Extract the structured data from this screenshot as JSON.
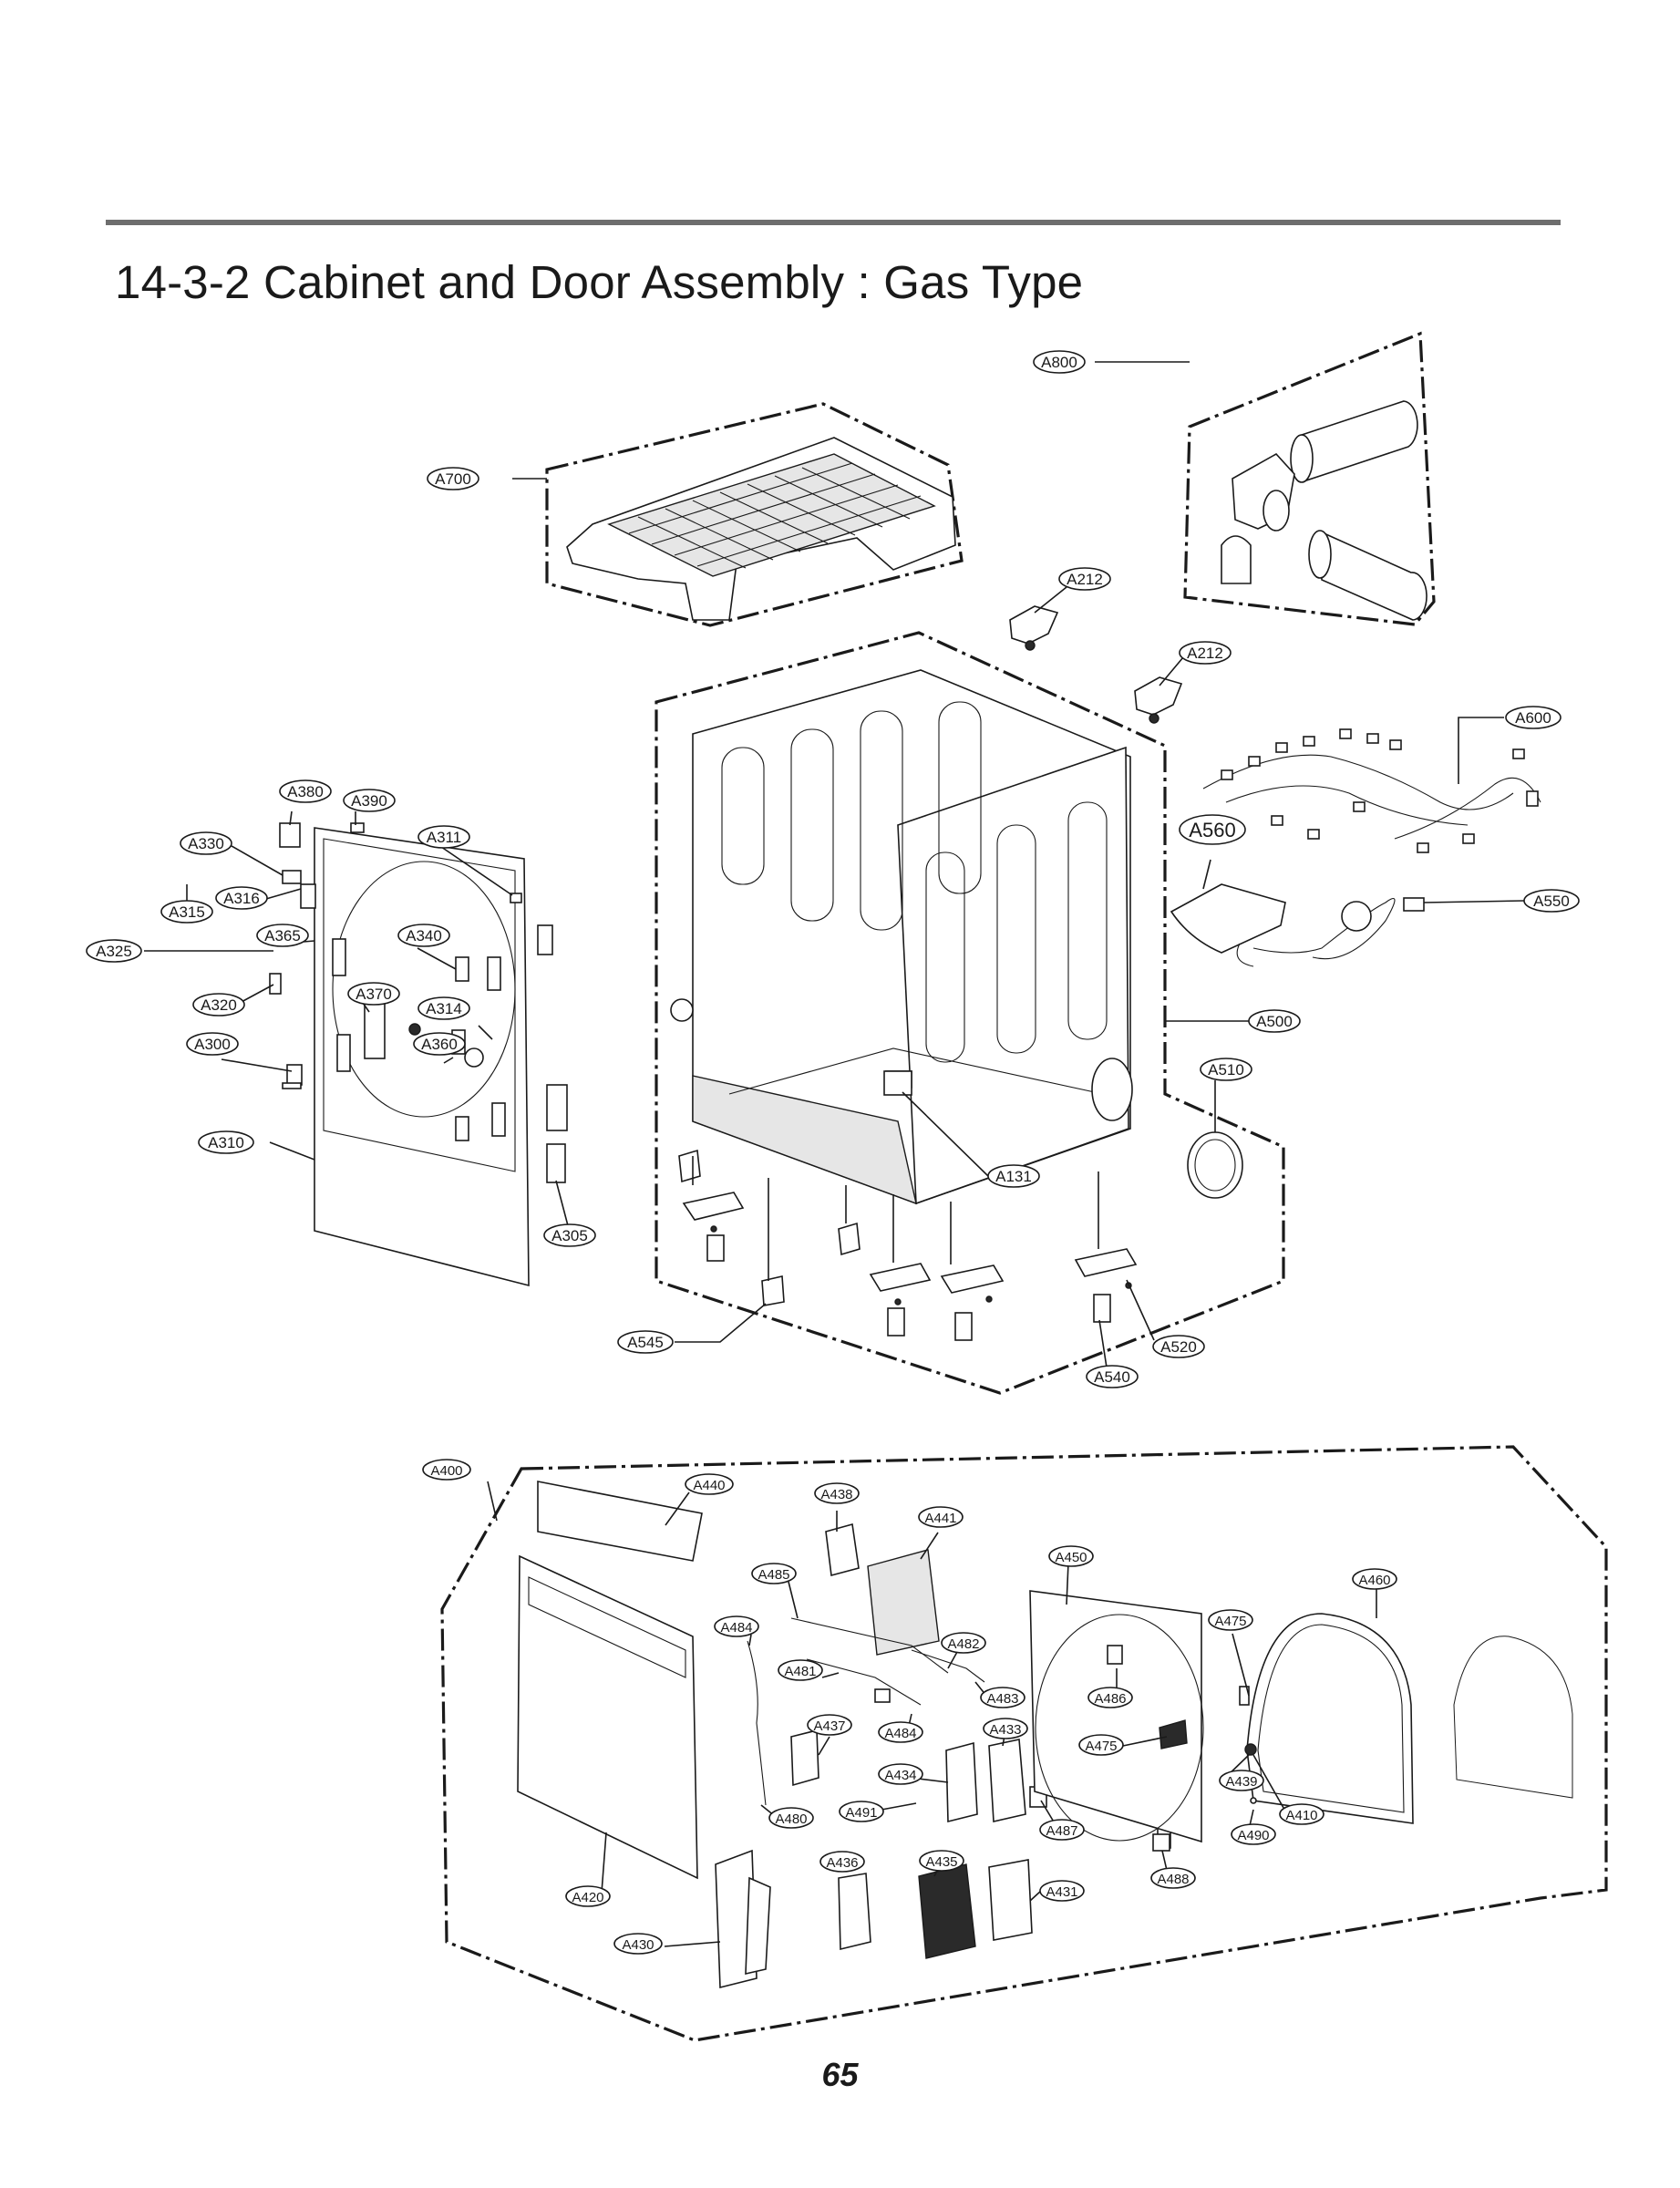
{
  "title": "14-3-2 Cabinet and Door Assembly : Gas Type",
  "page_number": "65",
  "colors": {
    "line": "#1a1a1a",
    "rule": "#6e6e6e",
    "background": "#ffffff"
  },
  "callouts": {
    "A700": "A700",
    "A800": "A800",
    "A212a": "A212",
    "A212b": "A212",
    "A600": "A600",
    "A560": "A560",
    "A550": "A550",
    "A500": "A500",
    "A510": "A510",
    "A131": "A131",
    "A545": "A545",
    "A540": "A540",
    "A520": "A520",
    "A380": "A380",
    "A390": "A390",
    "A330": "A330",
    "A311": "A311",
    "A316": "A316",
    "A315": "A315",
    "A365": "A365",
    "A340": "A340",
    "A325": "A325",
    "A320": "A320",
    "A370": "A370",
    "A314": "A314",
    "A300": "A300",
    "A360": "A360",
    "A310": "A310",
    "A305": "A305",
    "A400": "A400",
    "A440": "A440",
    "A438": "A438",
    "A441": "A441",
    "A450": "A450",
    "A460": "A460",
    "A485": "A485",
    "A484a": "A484",
    "A482": "A482",
    "A475a": "A475",
    "A481": "A481",
    "A483": "A483",
    "A486": "A486",
    "A437": "A437",
    "A484b": "A484",
    "A433": "A433",
    "A475b": "A475",
    "A434": "A434",
    "A439": "A439",
    "A491": "A491",
    "A480": "A480",
    "A410": "A410",
    "A487": "A487",
    "A490": "A490",
    "A436": "A436",
    "A435": "A435",
    "A431": "A431",
    "A488": "A488",
    "A420": "A420",
    "A430": "A430"
  }
}
